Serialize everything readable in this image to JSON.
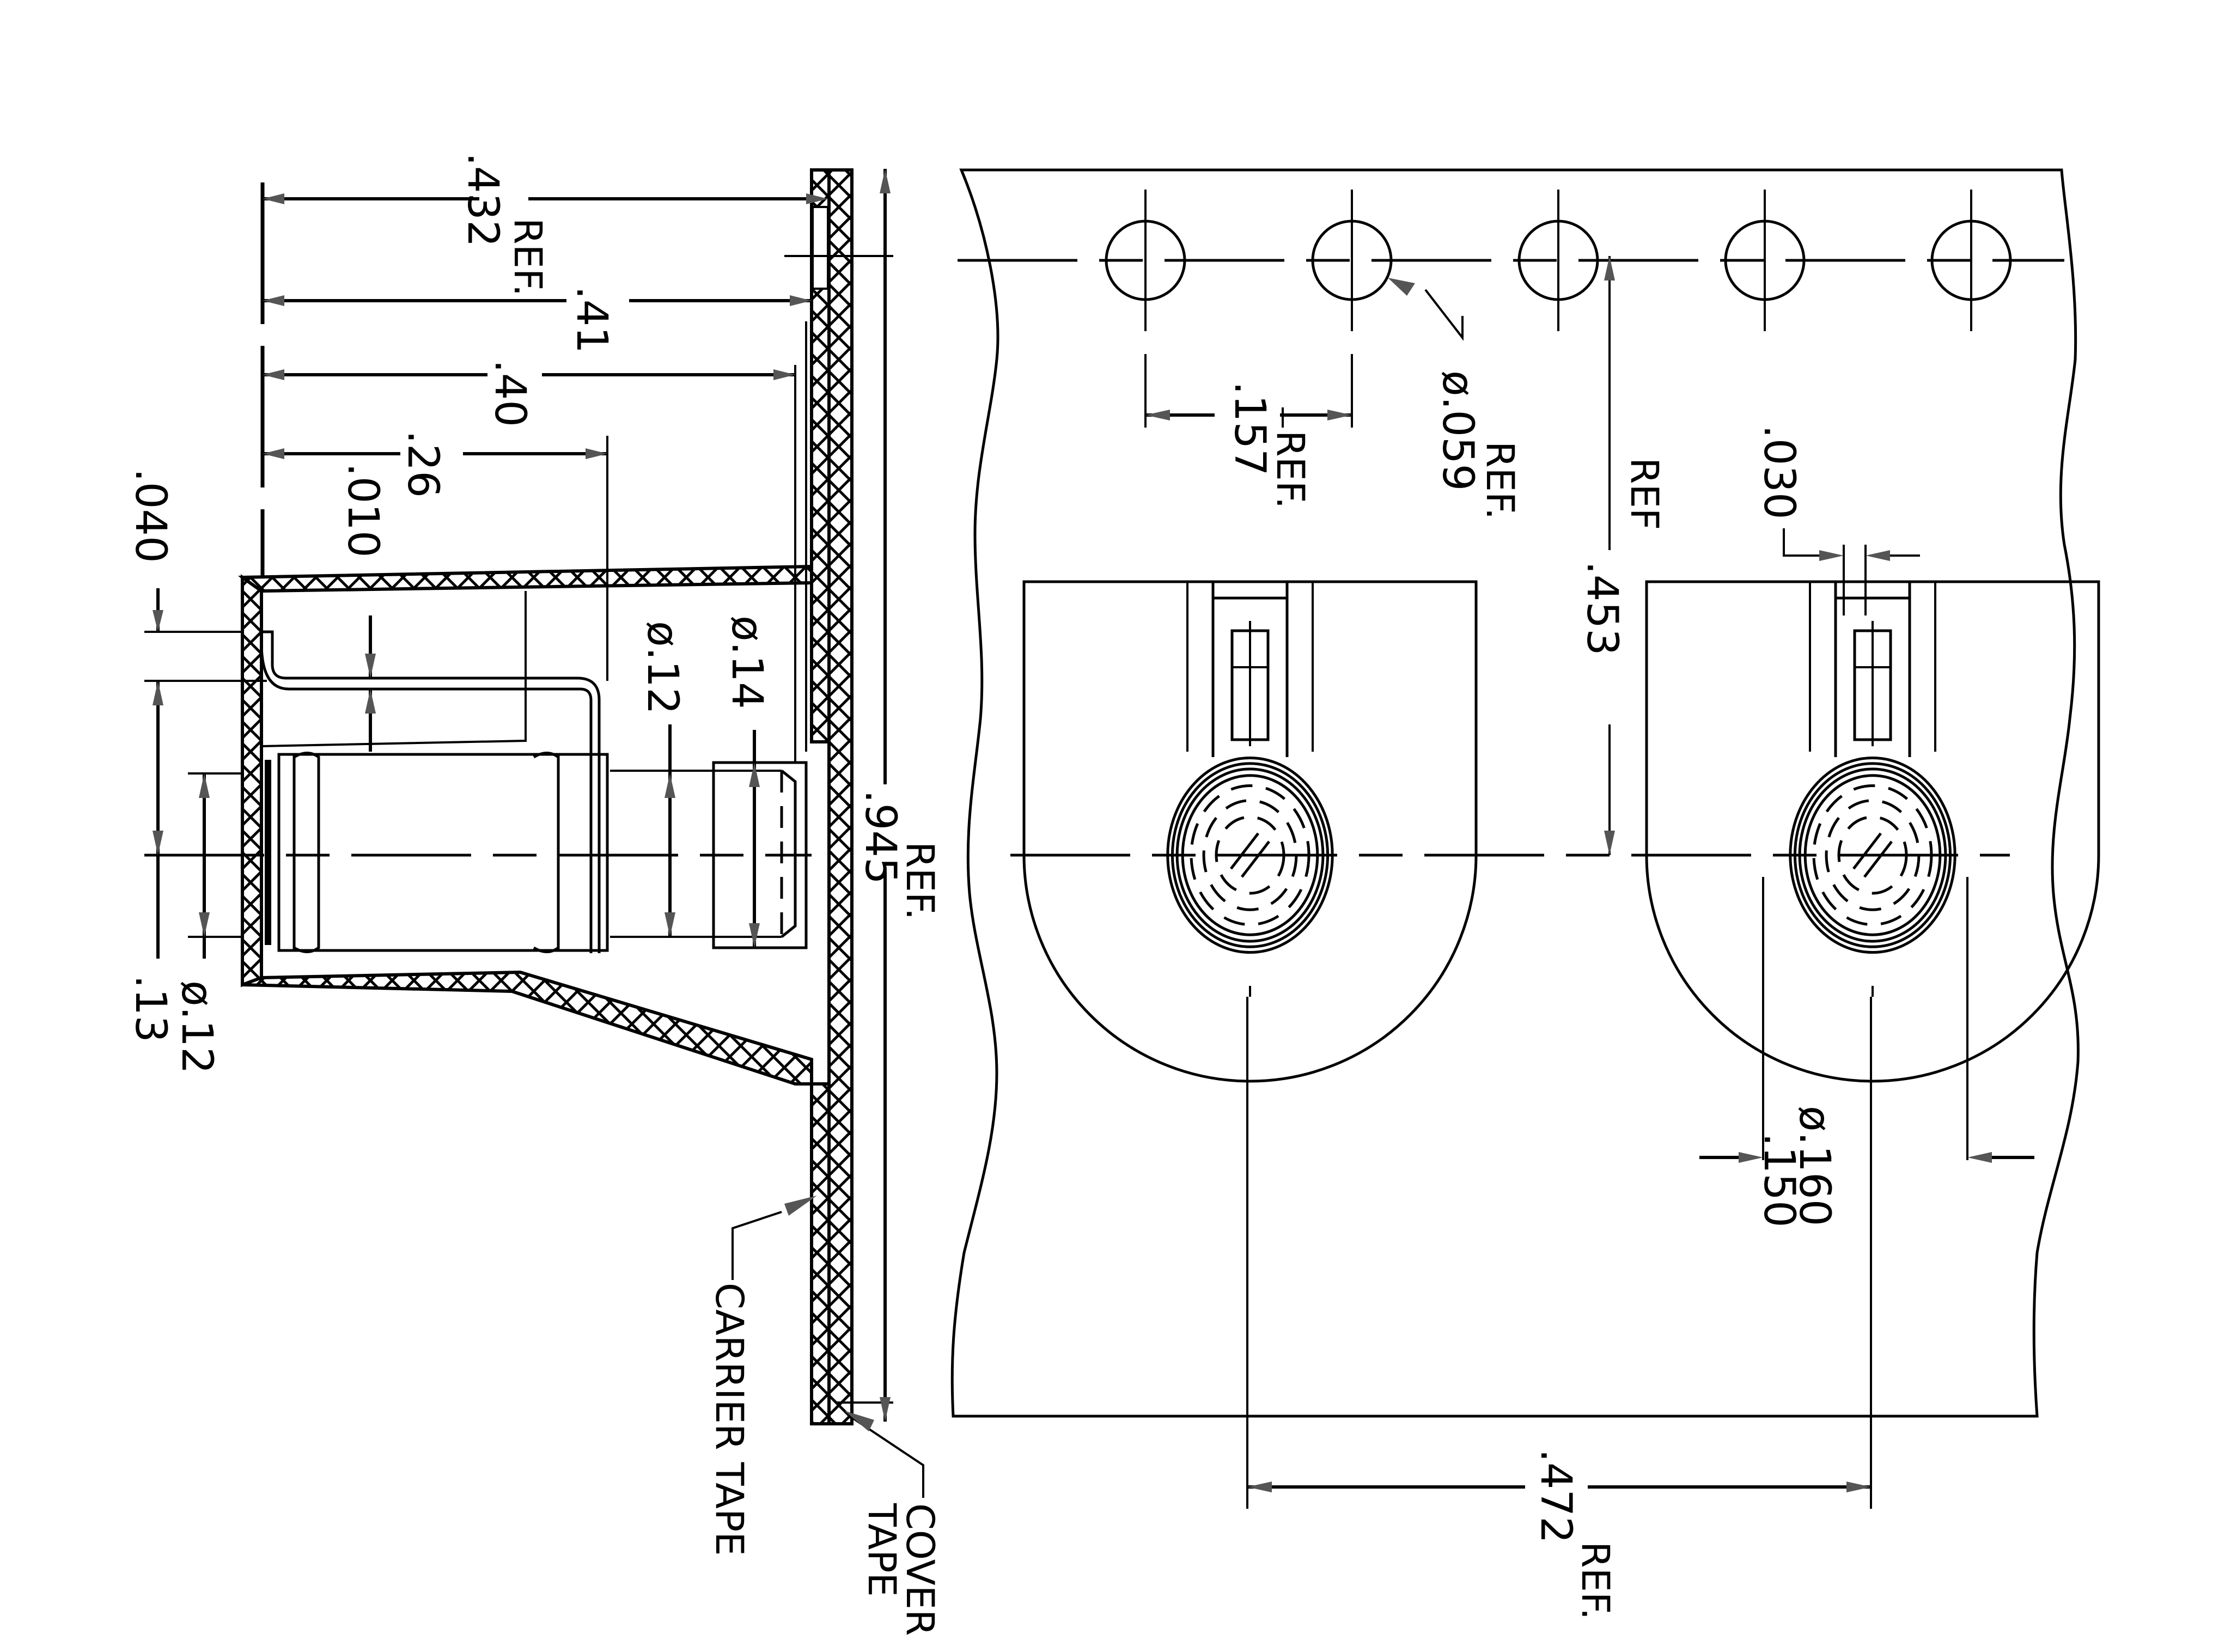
{
  "drawing": {
    "title": "Carrier tape packaging drawing (rotated view)",
    "units": "inch",
    "ink_color": "#000000",
    "arrow_color": "#555555",
    "background": "#ffffff"
  },
  "section_view": {
    "dimensions": {
      "overall_ref": ".432",
      "overall_ref_suffix": "REF.",
      "d41": ".41",
      "d40": ".40",
      "d26": ".26",
      "d010": ".010",
      "d040": ".040",
      "d13": ".13",
      "dia12_left": "ø.12",
      "dia12_mid": "ø.12",
      "dia14": "ø.14",
      "tape_width": ".945",
      "tape_width_suffix": "REF."
    },
    "callouts": {
      "carrier_tape": "CARRIER TAPE",
      "cover_tape_line1": "COVER",
      "cover_tape_line2": "TAPE"
    }
  },
  "plan_view": {
    "sprocket_hole_count": 5,
    "pocket_count": 2,
    "dimensions": {
      "hole_pitch": ".157",
      "hole_pitch_suffix": "REF.",
      "hole_dia": "ø.059",
      "hole_dia_suffix": "REF.",
      "hole_to_pocket": ".453",
      "hole_to_pocket_suffix": "REF",
      "slot_width": ".030",
      "pocket_dia_max": "ø.160",
      "pocket_dia_min": ".150",
      "pocket_pitch": ".472",
      "pocket_pitch_suffix": "REF."
    }
  }
}
